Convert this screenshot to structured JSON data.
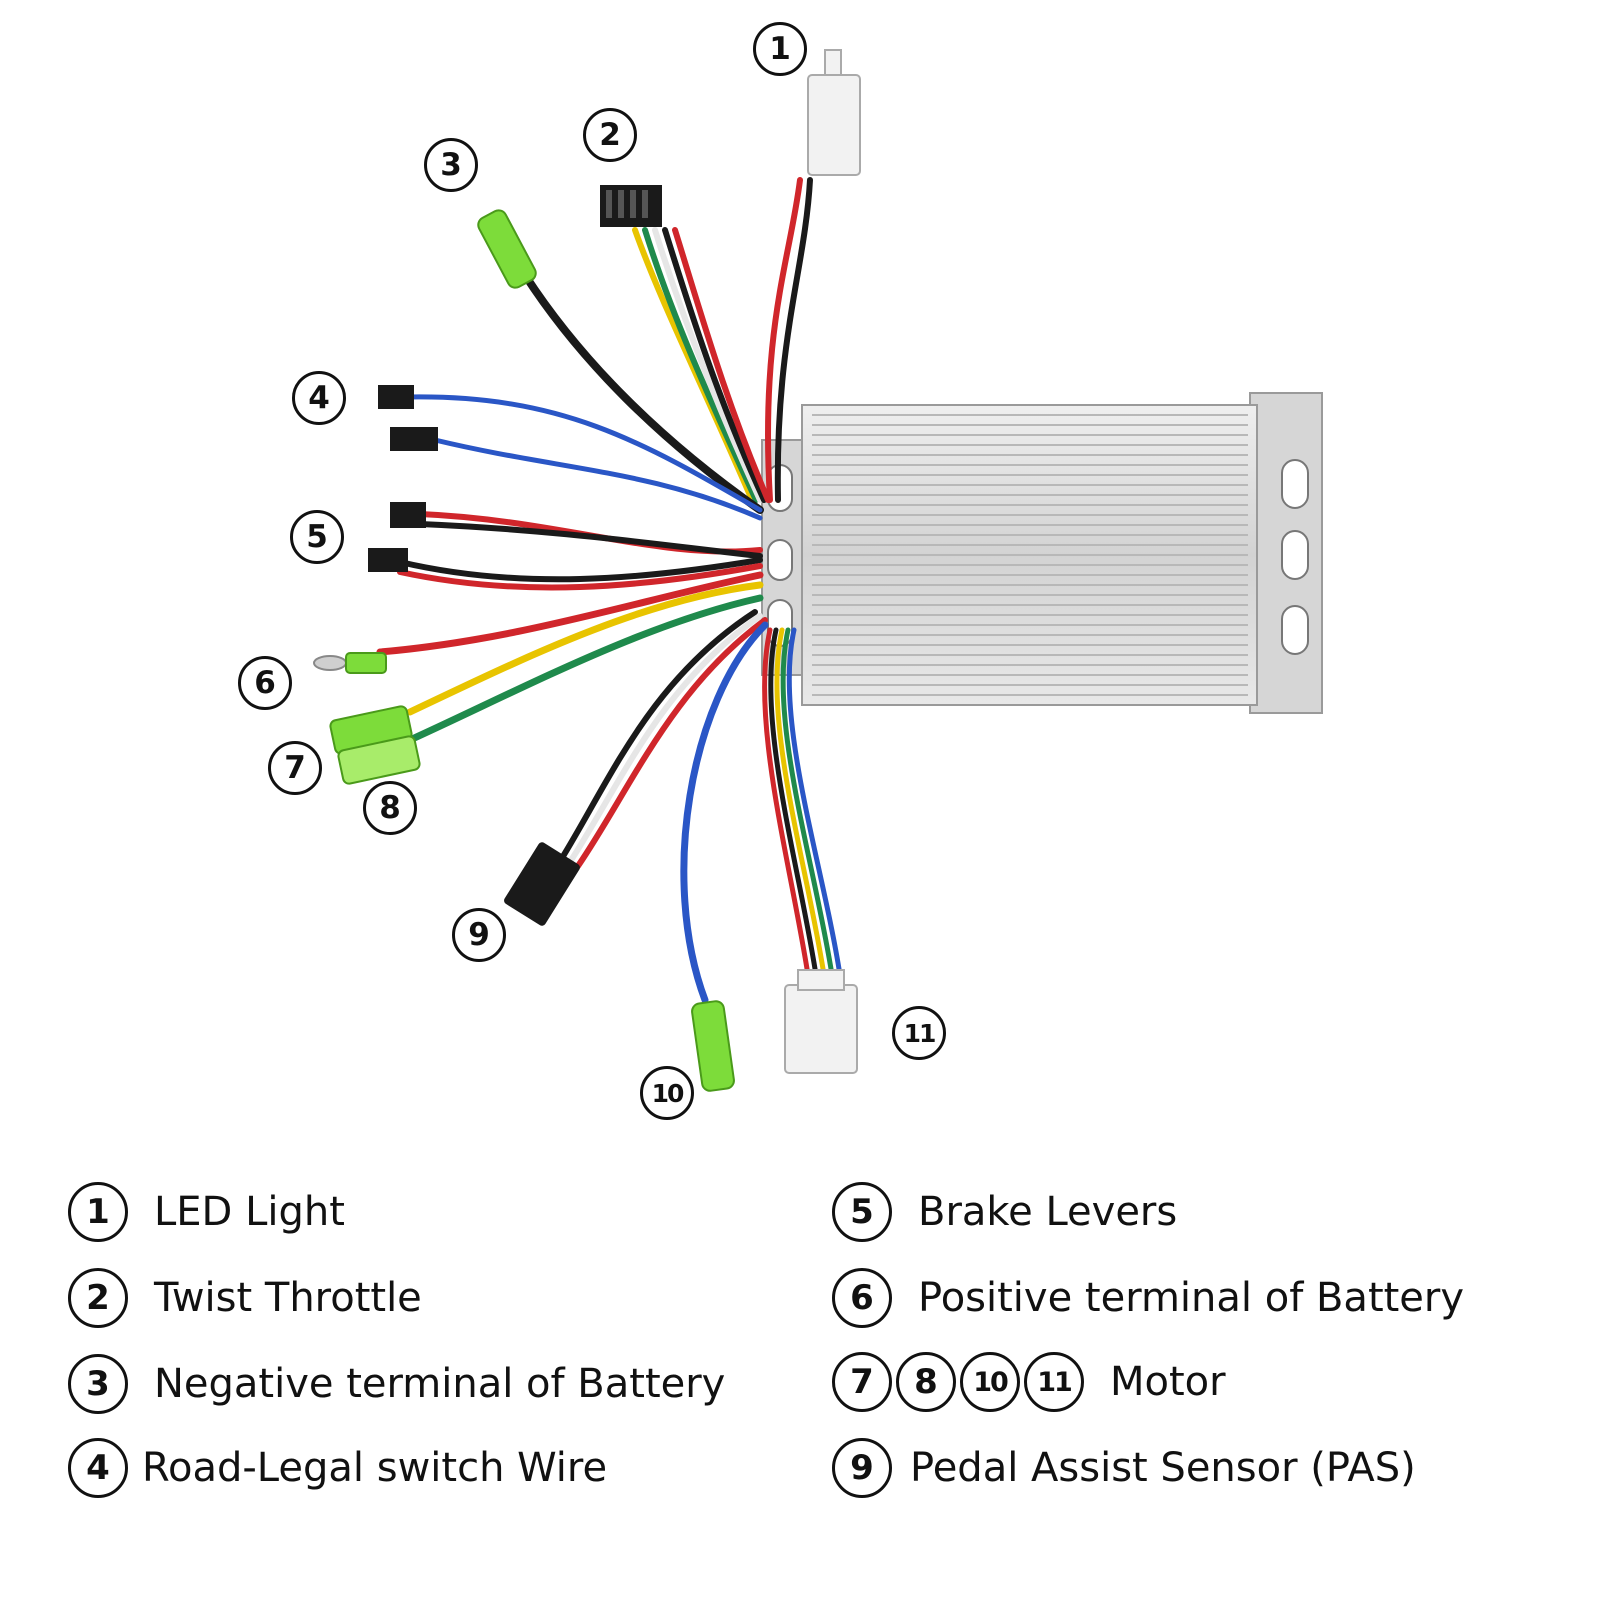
{
  "callouts": {
    "c1": "1",
    "c2": "2",
    "c3": "3",
    "c4": "4",
    "c5": "5",
    "c6": "6",
    "c7": "7",
    "c8": "8",
    "c9": "9",
    "c10": "10",
    "c11": "11"
  },
  "legend": {
    "led": {
      "num": "1",
      "label": "LED Light"
    },
    "throttle": {
      "num": "2",
      "label": "Twist Throttle"
    },
    "neg_battery": {
      "num": "3",
      "label": "Negative terminal of Battery"
    },
    "road_legal": {
      "num": "4",
      "label": "Road-Legal switch Wire"
    },
    "brake": {
      "num": "5",
      "label": "Brake Levers"
    },
    "pos_battery": {
      "num": "6",
      "label": "Positive terminal of Battery"
    },
    "motor": {
      "nums": [
        "7",
        "8",
        "10",
        "11"
      ],
      "label": "Motor"
    },
    "pas": {
      "num": "9",
      "label": "Pedal Assist Sensor (PAS)"
    }
  },
  "colors": {
    "controller_body": "#d9d9d9",
    "connector_white": "#f2f2f2",
    "connector_black": "#1a1a1a",
    "connector_green": "#7ddc3a",
    "wire_red": "#d0262b",
    "wire_black": "#1a1a1a",
    "wire_blue": "#2a56c6",
    "wire_yellow": "#e8c400",
    "wire_green": "#1f8a4c",
    "wire_white": "#eeeeee"
  }
}
